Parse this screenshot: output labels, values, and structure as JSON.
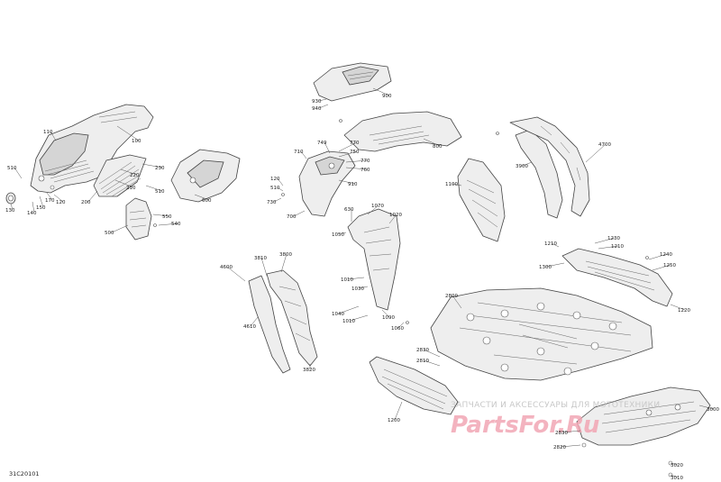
{
  "figure_ref": "31C20101",
  "watermark": {
    "text": "ЗАПЧАСТИ И АКСЕССУАРЫ ДЛЯ МОТОТЕХНИКИ",
    "logo": "PartsFor.Ru"
  },
  "callouts": [
    {
      "id": "c100",
      "text": "100"
    },
    {
      "id": "c110a",
      "text": "110"
    },
    {
      "id": "c510a",
      "text": "510"
    },
    {
      "id": "c130",
      "text": "130"
    },
    {
      "id": "c140",
      "text": "140"
    },
    {
      "id": "c150",
      "text": "150"
    },
    {
      "id": "c170",
      "text": "170"
    },
    {
      "id": "c120a",
      "text": "120"
    },
    {
      "id": "c200",
      "text": "200"
    },
    {
      "id": "c210",
      "text": "210"
    },
    {
      "id": "c220",
      "text": "220"
    },
    {
      "id": "c230",
      "text": "230"
    },
    {
      "id": "c510b",
      "text": "510"
    },
    {
      "id": "c500",
      "text": "500"
    },
    {
      "id": "c550",
      "text": "550"
    },
    {
      "id": "c540",
      "text": "540"
    },
    {
      "id": "c600",
      "text": "600"
    },
    {
      "id": "c930",
      "text": "930"
    },
    {
      "id": "c940",
      "text": "940"
    },
    {
      "id": "c900",
      "text": "900"
    },
    {
      "id": "c800",
      "text": "800"
    },
    {
      "id": "c749",
      "text": "749"
    },
    {
      "id": "c710",
      "text": "710"
    },
    {
      "id": "c770a",
      "text": "770"
    },
    {
      "id": "c750",
      "text": "750"
    },
    {
      "id": "c770b",
      "text": "770"
    },
    {
      "id": "c760",
      "text": "760"
    },
    {
      "id": "c120b",
      "text": "120"
    },
    {
      "id": "c510c",
      "text": "510"
    },
    {
      "id": "c910",
      "text": "910"
    },
    {
      "id": "c730",
      "text": "730"
    },
    {
      "id": "c700",
      "text": "700"
    },
    {
      "id": "c4700",
      "text": "4700"
    },
    {
      "id": "c3900",
      "text": "3900"
    },
    {
      "id": "c1100",
      "text": "1100"
    },
    {
      "id": "c630",
      "text": "630"
    },
    {
      "id": "c1070",
      "text": "1070"
    },
    {
      "id": "c1020",
      "text": "1020"
    },
    {
      "id": "c1050",
      "text": "1050"
    },
    {
      "id": "c1210",
      "text": "1210"
    },
    {
      "id": "c1230",
      "text": "1230"
    },
    {
      "id": "c1215",
      "text": "1210"
    },
    {
      "id": "c1240",
      "text": "1240"
    },
    {
      "id": "c1300",
      "text": "1300"
    },
    {
      "id": "c1250",
      "text": "1250"
    },
    {
      "id": "c1220",
      "text": "1220"
    },
    {
      "id": "c4600",
      "text": "4600"
    },
    {
      "id": "c3810",
      "text": "3810"
    },
    {
      "id": "c3800",
      "text": "3800"
    },
    {
      "id": "c4610",
      "text": "4610"
    },
    {
      "id": "c3820",
      "text": "3820"
    },
    {
      "id": "c1010a",
      "text": "1010"
    },
    {
      "id": "c1030",
      "text": "1030"
    },
    {
      "id": "c1040",
      "text": "1040"
    },
    {
      "id": "c1010b",
      "text": "1010"
    },
    {
      "id": "c1090",
      "text": "1090"
    },
    {
      "id": "c1060",
      "text": "1060"
    },
    {
      "id": "c2800",
      "text": "2800"
    },
    {
      "id": "c2830",
      "text": "2830"
    },
    {
      "id": "c2810",
      "text": "2810"
    },
    {
      "id": "c1200",
      "text": "1200"
    },
    {
      "id": "c3000",
      "text": "3000"
    },
    {
      "id": "c2830b",
      "text": "2830"
    },
    {
      "id": "c2820",
      "text": "2820"
    },
    {
      "id": "c3020",
      "text": "3020"
    },
    {
      "id": "c3010",
      "text": "3010"
    }
  ]
}
